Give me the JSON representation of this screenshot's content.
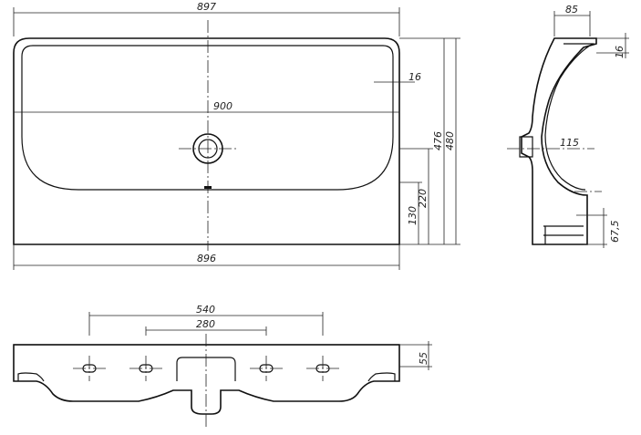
{
  "dimensions": {
    "top_width": "897",
    "inner_width": "900",
    "bottom_width": "896",
    "rim_thickness": "16",
    "depth_476": "476",
    "depth_480": "480",
    "height_220": "220",
    "height_130": "130",
    "side_width": "85",
    "side_rim": "16",
    "side_depth": "115",
    "side_drain": "67,5",
    "tap_spacing_outer": "540",
    "tap_spacing_inner": "280",
    "front_height": "55"
  }
}
